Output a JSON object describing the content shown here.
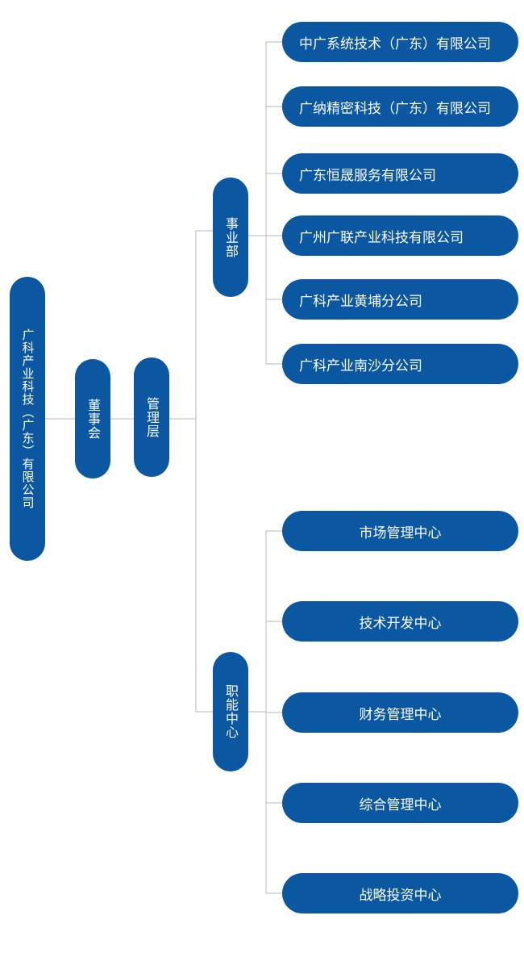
{
  "theme": {
    "node_color": "#0b57a1",
    "text_color": "#ffffff",
    "line_color": "#b9b9b9",
    "background": "#ffffff"
  },
  "org": {
    "root": "广科产业科技（广东）有限公司",
    "board": "董事会",
    "management": "管理层",
    "business_division": {
      "label": "事业部",
      "units": [
        "中广系统技术（广东）有限公司",
        "广纳精密科技（广东）有限公司",
        "广东恒晟服务有限公司",
        "广州广联产业科技有限公司",
        "广科产业黄埔分公司",
        "广科产业南沙分公司"
      ]
    },
    "functional_center": {
      "label": "职能中心",
      "units": [
        "市场管理中心",
        "技术开发中心",
        "财务管理中心",
        "综合管理中心",
        "战略投资中心"
      ]
    }
  }
}
